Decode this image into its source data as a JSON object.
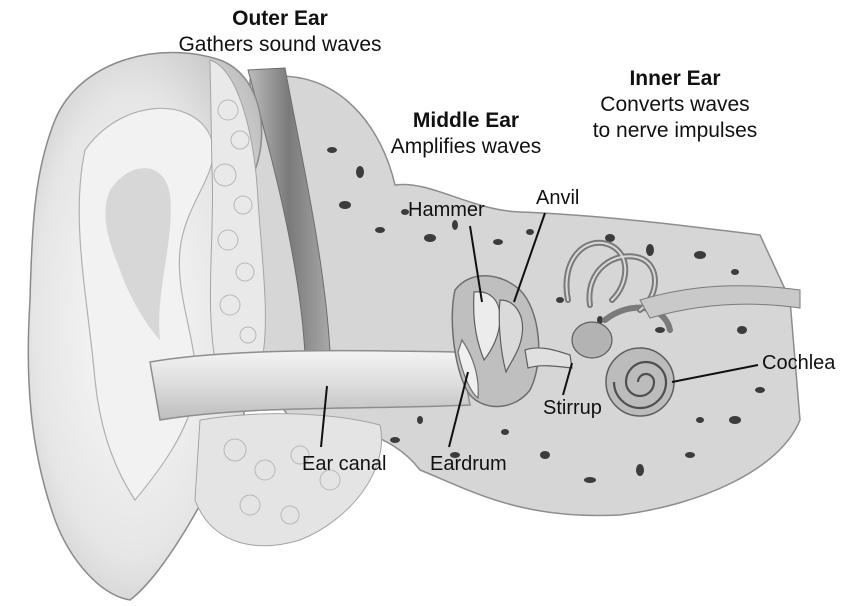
{
  "sections": {
    "outer": {
      "title": "Outer Ear",
      "desc": "Gathers sound waves"
    },
    "middle": {
      "title": "Middle Ear",
      "desc": "Amplifies waves"
    },
    "inner": {
      "title": "Inner Ear",
      "desc_line1": "Converts waves",
      "desc_line2": "to nerve impulses"
    }
  },
  "parts": {
    "hammer": "Hammer",
    "anvil": "Anvil",
    "stirrup": "Stirrup",
    "cochlea": "Cochlea",
    "ear_canal": "Ear canal",
    "eardrum": "Eardrum"
  },
  "colors": {
    "bone": "#d9d9d9",
    "skin": "#eeeeee",
    "shadow": "#9a9a9a",
    "pore": "#3c3c3c",
    "leader": "#111111"
  }
}
